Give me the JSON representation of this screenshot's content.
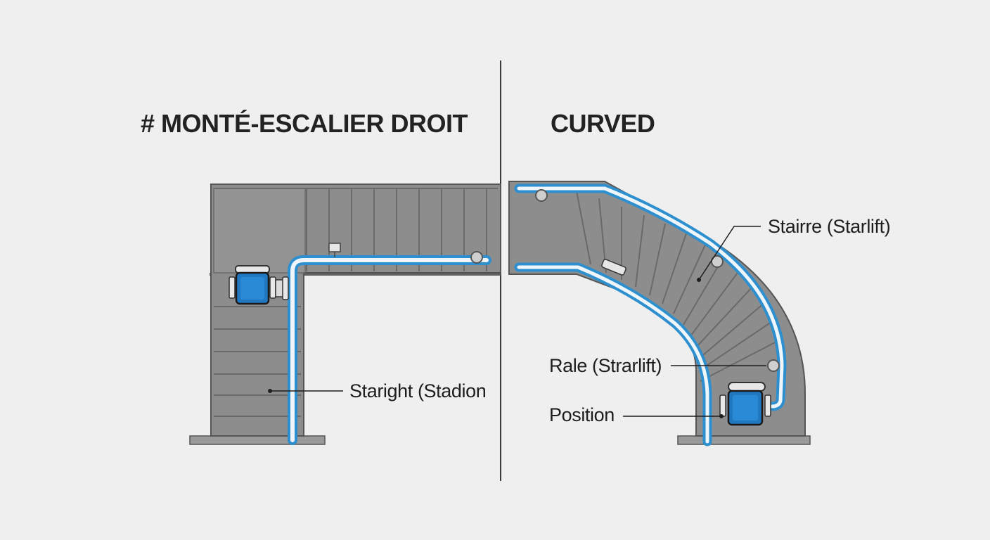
{
  "left_panel": {
    "title": "# MONTÉ-ESCALIER DROIT",
    "callouts": {
      "straight": "Staright (Stadion"
    }
  },
  "right_panel": {
    "title": "CURVED",
    "callouts": {
      "stairre": "Stairre (Starlift)",
      "rale": "Rale (Strarlift)",
      "position": "Position"
    }
  },
  "colors": {
    "background": "#efefef",
    "stair_fill": "#8d8d8d",
    "stair_dark": "#5f5f5f",
    "rail_blue": "#2e8fcf",
    "rail_light": "#eef6fb",
    "seat_blue": "#1f78c0",
    "divider": "#3a3a3a"
  }
}
